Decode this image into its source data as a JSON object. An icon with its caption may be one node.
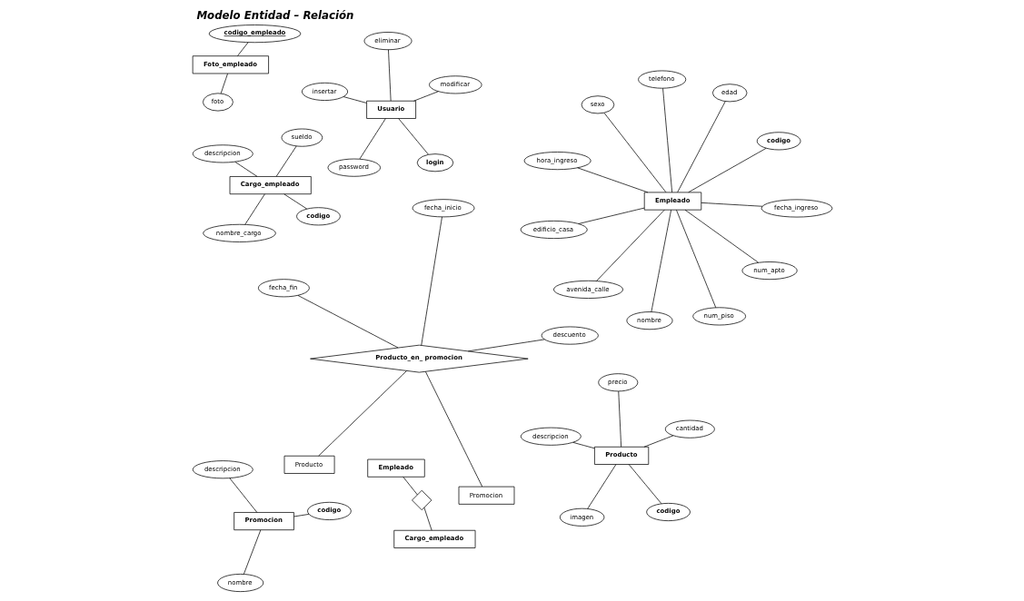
{
  "diagram": {
    "title": "Modelo Entidad – Relación",
    "nodes": [
      {
        "text": [
          "Producto"
        ]
      },
      {
        "text": [
          "Producto_en_ promocion"
        ]
      },
      {
        "text": [
          "Promocion"
        ]
      },
      {
        "text": [
          "fecha_inicio"
        ]
      },
      {
        "text": [
          "descuento"
        ]
      },
      {
        "text": [
          "fecha_fin"
        ]
      },
      {
        "text": [
          "Producto"
        ]
      },
      {
        "text": [
          "codigo"
        ]
      },
      {
        "text": [
          "imagen"
        ]
      },
      {
        "text": [
          "descripcion"
        ]
      },
      {
        "text": [
          "cantidad"
        ]
      },
      {
        "text": [
          "precio"
        ]
      },
      {
        "text": [
          "Promocion"
        ]
      },
      {
        "text": [
          "codigo"
        ]
      },
      {
        "text": [
          "nombre"
        ]
      },
      {
        "text": [
          "descripcion"
        ]
      },
      {
        "text": [
          "Foto_empleado"
        ]
      },
      {
        "text": [
          "codigo_empleado"
        ]
      },
      {
        "text": [
          "foto"
        ]
      },
      {
        "text": [
          "Empleado"
        ]
      },
      {
        "text": [
          "codigo"
        ]
      },
      {
        "text": [
          "nombre"
        ]
      },
      {
        "text": [
          "sexo"
        ]
      },
      {
        "text": [
          "edad"
        ]
      },
      {
        "text": [
          "telefono"
        ]
      },
      {
        "text": [
          "edificio_casa"
        ]
      },
      {
        "text": [
          "fecha_ingreso"
        ]
      },
      {
        "text": [
          "avenida_calle"
        ]
      },
      {
        "text": [
          "num_piso"
        ]
      },
      {
        "text": [
          "num_apto"
        ]
      },
      {
        "text": [
          "hora_ingreso"
        ]
      },
      {
        "text": [
          "Usuario"
        ]
      },
      {
        "text": [
          "login"
        ]
      },
      {
        "text": [
          "password"
        ]
      },
      {
        "text": [
          "insertar"
        ]
      },
      {
        "text": [
          "modificar"
        ]
      },
      {
        "text": [
          "eliminar"
        ]
      },
      {
        "text": [
          "Cargo_empleado"
        ]
      },
      {
        "text": [
          "codigo"
        ]
      },
      {
        "text": [
          "nombre_cargo"
        ]
      },
      {
        "text": [
          "descripcion"
        ]
      },
      {
        "text": [
          "sueldo"
        ]
      },
      {
        "text": [
          "Empleado"
        ]
      },
      {
        "text": [],
        "shape": "diamond"
      },
      {
        "text": [
          "Cargo_empleado"
        ]
      }
    ],
    "edges": [
      {
        "from": 0,
        "to": 1,
        "arrow": "none"
      },
      {
        "from": 1,
        "to": 2,
        "arrow": "none"
      },
      {
        "from": 1,
        "to": 3,
        "arrow": "none"
      },
      {
        "from": 1,
        "to": 4,
        "arrow": "none"
      },
      {
        "from": 1,
        "to": 5,
        "arrow": "none"
      },
      {
        "from": 6,
        "to": 7,
        "arrow": "none"
      },
      {
        "from": 6,
        "to": 8,
        "arrow": "none"
      },
      {
        "from": 6,
        "to": 9,
        "arrow": "none"
      },
      {
        "from": 6,
        "to": 10,
        "arrow": "none"
      },
      {
        "from": 6,
        "to": 11,
        "arrow": "none"
      },
      {
        "from": 12,
        "to": 13,
        "arrow": "none"
      },
      {
        "from": 12,
        "to": 14,
        "arrow": "none"
      },
      {
        "from": 12,
        "to": 15,
        "arrow": "none"
      },
      {
        "from": 16,
        "to": 17,
        "arrow": "none"
      },
      {
        "from": 16,
        "to": 18,
        "arrow": "none"
      },
      {
        "from": 19,
        "to": 20,
        "arrow": "none"
      },
      {
        "from": 19,
        "to": 21,
        "arrow": "none"
      },
      {
        "from": 19,
        "to": 22,
        "arrow": "none"
      },
      {
        "from": 19,
        "to": 23,
        "arrow": "none"
      },
      {
        "from": 19,
        "to": 24,
        "arrow": "none"
      },
      {
        "from": 19,
        "to": 25,
        "arrow": "none"
      },
      {
        "from": 19,
        "to": 26,
        "arrow": "none"
      },
      {
        "from": 19,
        "to": 27,
        "arrow": "none"
      },
      {
        "from": 19,
        "to": 28,
        "arrow": "none"
      },
      {
        "from": 19,
        "to": 29,
        "arrow": "none"
      },
      {
        "from": 19,
        "to": 30,
        "arrow": "none"
      },
      {
        "from": 31,
        "to": 32,
        "arrow": "none"
      },
      {
        "from": 31,
        "to": 33,
        "arrow": "none"
      },
      {
        "from": 31,
        "to": 34,
        "arrow": "none"
      },
      {
        "from": 31,
        "to": 35,
        "arrow": "none"
      },
      {
        "from": 31,
        "to": 36,
        "arrow": "none"
      },
      {
        "from": 37,
        "to": 38,
        "arrow": "none"
      },
      {
        "from": 37,
        "to": 39,
        "arrow": "none"
      },
      {
        "from": 37,
        "to": 40,
        "arrow": "none"
      },
      {
        "from": 37,
        "to": 41,
        "arrow": "none"
      },
      {
        "from": 42,
        "to": 43,
        "arrow": "none"
      },
      {
        "from": 43,
        "to": 44,
        "arrow": "none"
      }
    ]
  }
}
